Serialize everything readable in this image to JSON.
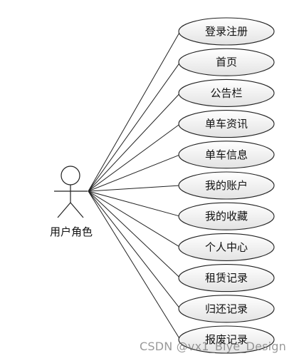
{
  "actor": {
    "label": "用户角色"
  },
  "use_cases": [
    "登录注册",
    "首页",
    "公告栏",
    "单车资讯",
    "单车信息",
    "我的账户",
    "我的收藏",
    "个人中心",
    "租赁记录",
    "归还记录",
    "报废记录"
  ],
  "watermark": "CSDN @vx1_Biye_Design",
  "colors": {
    "ellipse_fill_top": "#ffffff",
    "ellipse_fill_bottom": "#e6e6e6",
    "stroke": "#222222",
    "text": "#111111"
  }
}
